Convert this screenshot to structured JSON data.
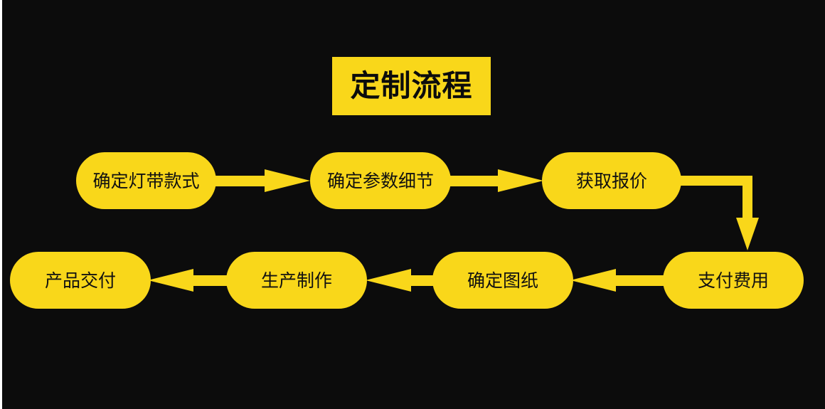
{
  "title": "定制流程",
  "colors": {
    "background": "#0c0c0c",
    "accent": "#f9d71a",
    "text": "#111111"
  },
  "steps": [
    {
      "label": "确定灯带款式"
    },
    {
      "label": "确定参数细节"
    },
    {
      "label": "获取报价"
    },
    {
      "label": "支付费用"
    },
    {
      "label": "确定图纸"
    },
    {
      "label": "生产制作"
    },
    {
      "label": "产品交付"
    }
  ]
}
